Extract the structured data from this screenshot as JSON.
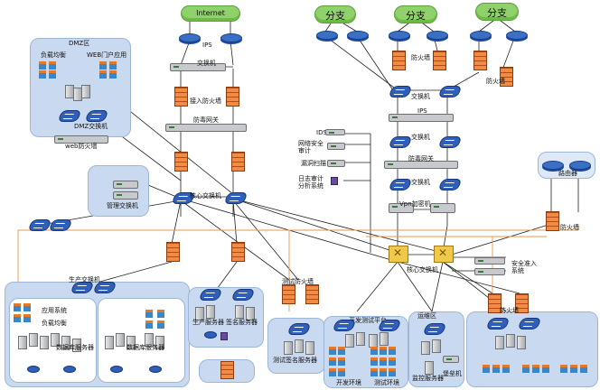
{
  "colors": {
    "zone": "#c9daf0",
    "cloud": "#8fd16a",
    "firewall": "#f08c45",
    "switch": "#2f5fb8",
    "core_switch": "#f0c94a",
    "wire": "#222222",
    "wire_accent": "#e8974a",
    "app_tile": "#3a86c8"
  },
  "labels": {
    "internet": "Internet",
    "branch_1": "分支",
    "branch_2": "分支",
    "branch_3": "分支",
    "ips_top": "IPS",
    "switch_top": "交换机",
    "access_firewall": "接入防火墙",
    "antivirus_gateway_left": "防毒网关",
    "dmz": "DMZ区",
    "load_balance_dmz": "负载均衡",
    "web_app": "WEB门户应用",
    "dmz_switch": "DMZ交换机",
    "web_firewall": "web防火墙",
    "mgmt_switch": "管理交换机",
    "core_switch_left": "核心交换机",
    "ids": "IDS",
    "net_audit": "网络安全审计",
    "vuln_scan": "漏洞扫描",
    "log_audit": "日志审计分析系统",
    "firewall_branch": "防火墙",
    "firewall_branch2": "防火墙",
    "switch_r1": "交换机",
    "ips_r": "IPS",
    "switch_r2": "交换机",
    "antivirus_gateway_right": "防毒网关",
    "switch_r3": "交换机",
    "vpn": "Vpn加密机",
    "router": "路由器",
    "firewall_router": "防火墙",
    "core_switch_right": "核心交换机",
    "security_access": "安全准入系统",
    "prod_switch": "生产交换机",
    "app_system": "应用系统",
    "load_balance_prod": "负载均衡",
    "db_server": "数据库服务器",
    "db_server_2": "数据库服务器",
    "prod_server": "生产服务器",
    "sign_server": "签名服务器",
    "test_firewall": "测试防火墙",
    "test_sign_server": "测试签名服务器",
    "dev_test_platform": "开发测试平台",
    "dev_env": "开发环境",
    "test_env": "测试环境",
    "ops_zone": "运维区",
    "monitor_server": "监控服务器",
    "bastion": "堡垒机",
    "firewall_ops": "防火墙"
  },
  "app_tiles": {
    "dmz_left": [
      "App",
      "App",
      "OS",
      "OS"
    ],
    "dmz_right": [
      "App",
      "App",
      "OS",
      "OS"
    ]
  }
}
